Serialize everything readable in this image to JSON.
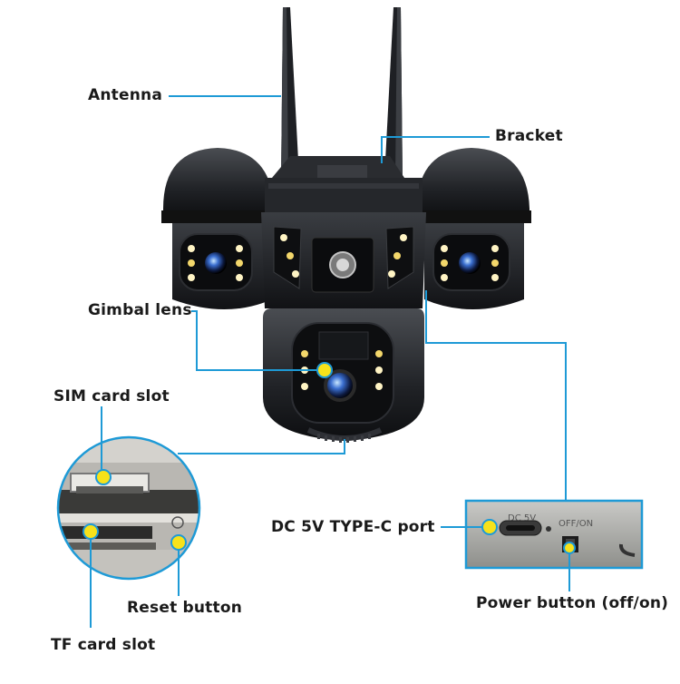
{
  "labels": {
    "antenna": "Antenna",
    "bracket": "Bracket",
    "gimbal_lens": "Gimbal lens",
    "sim_card_slot": "SIM card slot",
    "reset_button": "Reset button",
    "tf_card_slot": "TF card slot",
    "dc_port": "DC 5V TYPE-C port",
    "power_button": "Power button (off/on)"
  },
  "panel_text": {
    "dc_marking": "DC 5V",
    "switch_marking": "OFF/ON"
  },
  "colors": {
    "callout_line": "#1e9ad6",
    "marker_fill": "#f7e21a",
    "camera_body": "#1b1d20",
    "led": "#fff4c4"
  },
  "icons": {
    "reset": "power-icon"
  }
}
